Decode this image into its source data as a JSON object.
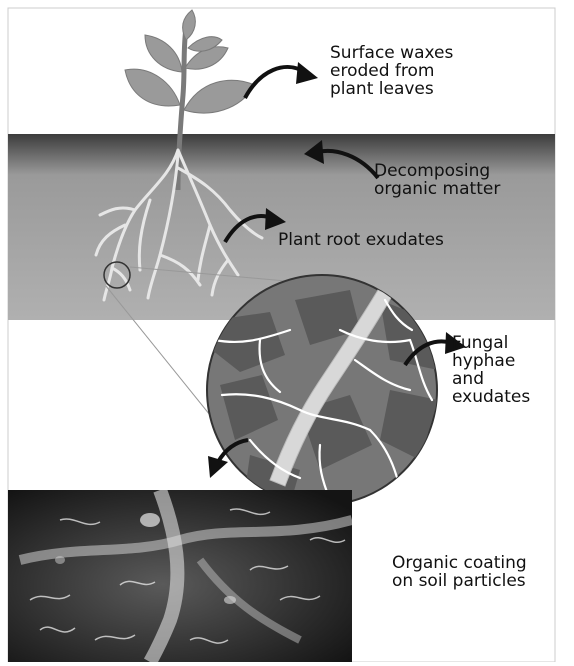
{
  "labels": {
    "surface_waxes": "Surface waxes\neroded from\nplant leaves",
    "decomposing": "Decomposing\norganic matter",
    "root_exudates": "Plant root exudates",
    "fungal": "Fungal\nhyphae\nand\nexudates",
    "organic_coating": "Organic coating\non soil particles"
  },
  "colors": {
    "soil_top": "#4a4a4a",
    "soil": "#a6a6a6",
    "leaf": "#9a9a9a",
    "root": "#e6e6e6",
    "circle_fill": "#6f6f6f",
    "arrow": "#111111",
    "photo_bg": "#1a1a1a"
  }
}
